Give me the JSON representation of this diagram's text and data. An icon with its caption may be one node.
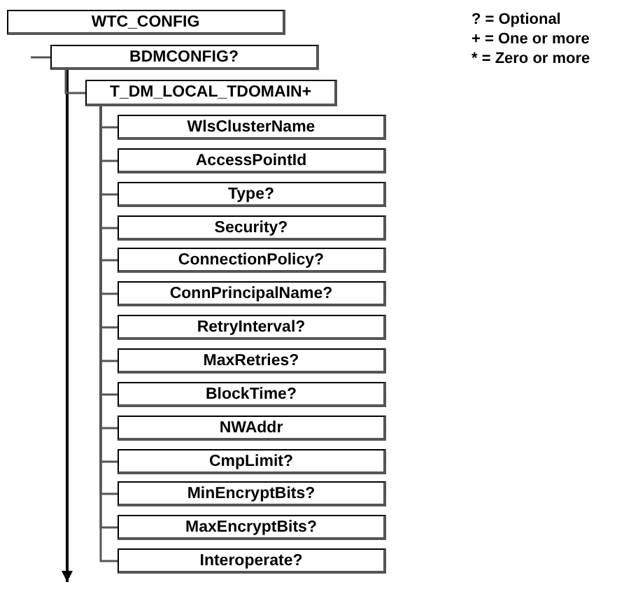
{
  "diagram": {
    "nodes": [
      {
        "text": [
          "WTC_CONFIG"
        ]
      },
      {
        "text": [
          "BDMCONFIG?"
        ]
      },
      {
        "text": [
          "T_DM_LOCAL_TDOMAIN+"
        ]
      },
      {
        "text": [
          "WlsClusterName"
        ]
      },
      {
        "text": [
          "AccessPointId"
        ]
      },
      {
        "text": [
          "Type?"
        ]
      },
      {
        "text": [
          "Security?"
        ]
      },
      {
        "text": [
          "ConnectionPolicy?"
        ]
      },
      {
        "text": [
          "ConnPrincipalName?"
        ]
      },
      {
        "text": [
          "RetryInterval?"
        ]
      },
      {
        "text": [
          "MaxRetries?"
        ]
      },
      {
        "text": [
          "BlockTime?"
        ]
      },
      {
        "text": [
          "NWAddr"
        ]
      },
      {
        "text": [
          "CmpLimit?"
        ]
      },
      {
        "text": [
          "MinEncryptBits?"
        ]
      },
      {
        "text": [
          "MaxEncryptBits?"
        ]
      },
      {
        "text": [
          "Interoperate?"
        ]
      }
    ],
    "edges": [
      {
        "from": null,
        "to": 1,
        "arrow": "none"
      },
      {
        "from": 1,
        "to": null,
        "arrow": "to"
      },
      {
        "from": 1,
        "to": 2,
        "arrow": "none"
      },
      {
        "from": 2,
        "to": 3,
        "arrow": "none"
      },
      {
        "from": 2,
        "to": 4,
        "arrow": "none"
      },
      {
        "from": 2,
        "to": 5,
        "arrow": "none"
      },
      {
        "from": 2,
        "to": 6,
        "arrow": "none"
      },
      {
        "from": 2,
        "to": 7,
        "arrow": "none"
      },
      {
        "from": 2,
        "to": 8,
        "arrow": "none"
      },
      {
        "from": 2,
        "to": 9,
        "arrow": "none"
      },
      {
        "from": 2,
        "to": 10,
        "arrow": "none"
      },
      {
        "from": 2,
        "to": 11,
        "arrow": "none"
      },
      {
        "from": 2,
        "to": 12,
        "arrow": "none"
      },
      {
        "from": 2,
        "to": 13,
        "arrow": "none"
      },
      {
        "from": 2,
        "to": 14,
        "arrow": "none"
      },
      {
        "from": 2,
        "to": 15,
        "arrow": "none"
      },
      {
        "from": 2,
        "to": 16,
        "arrow": "none"
      }
    ],
    "labels": [
      "? = Optional",
      "+ = One or more",
      "* = Zero or more"
    ]
  }
}
